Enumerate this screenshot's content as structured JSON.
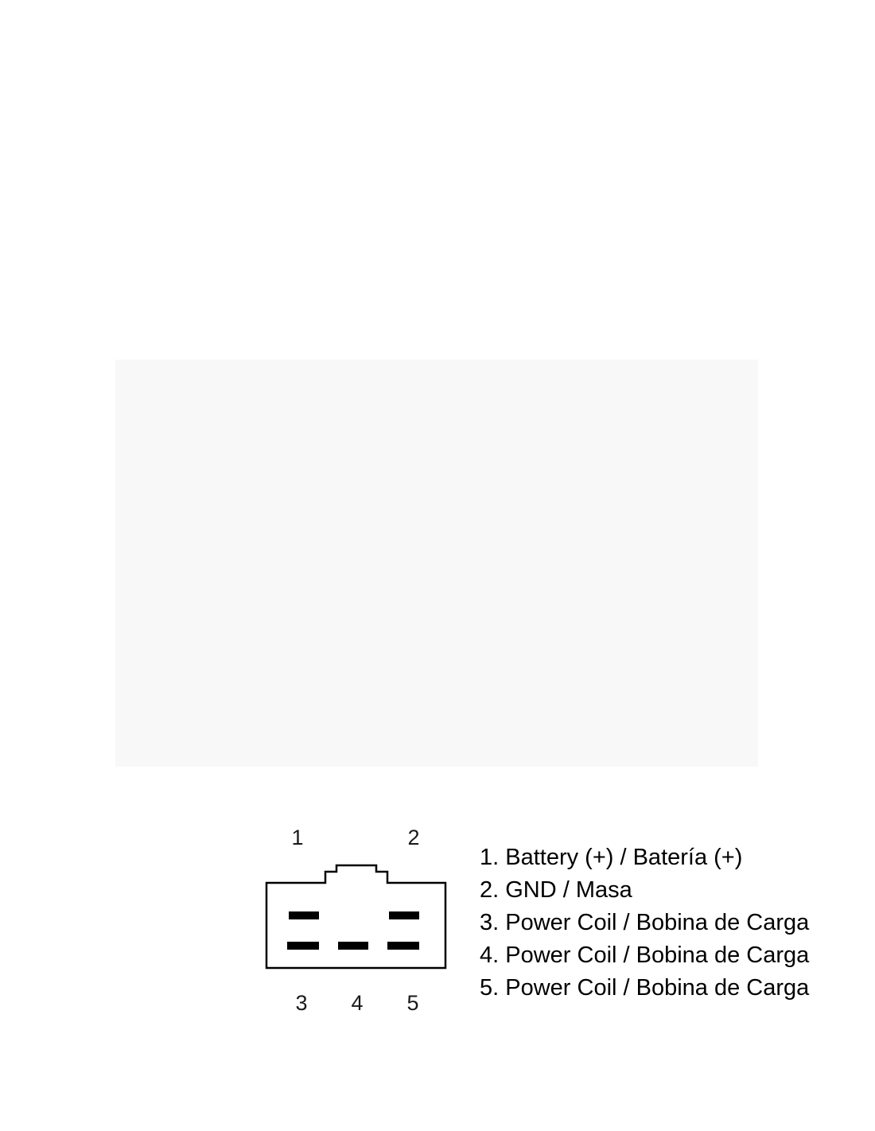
{
  "diagram": {
    "connector": {
      "top_pins": [
        "1",
        "2"
      ],
      "bottom_pins": [
        "3",
        "4",
        "5"
      ]
    },
    "legend": {
      "lines": [
        "1. Battery (+) / Batería (+)",
        "2. GND / Masa",
        "3. Power Coil / Bobina de Carga",
        "4. Power Coil / Bobina de Carga",
        "5. Power Coil / Bobina de Carga"
      ]
    },
    "colors": {
      "outline": "#000000",
      "pin_fill": "#000000",
      "panel_bg": "#f8f8f8",
      "page_bg": "#ffffff",
      "text": "#000000"
    }
  }
}
